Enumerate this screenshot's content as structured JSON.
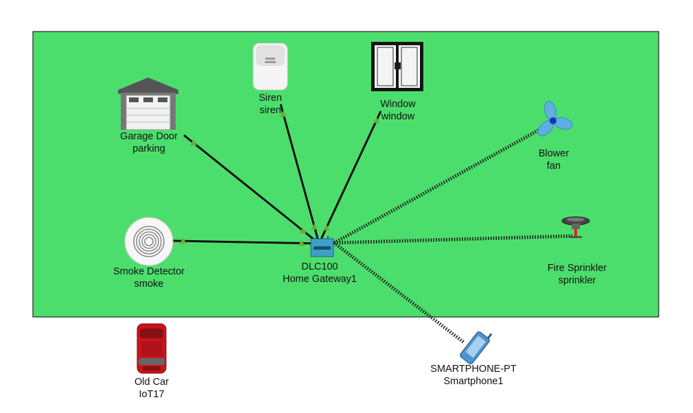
{
  "colors": {
    "area_fill": "#4cde6c",
    "area_border": "#222222",
    "wired_link": "#111111",
    "wireless_link": "#1a1a1a",
    "link_indicator": "#6fa83a"
  },
  "devices": {
    "garage": {
      "model": "Garage Door",
      "name": "parking",
      "icon": "garage-door-icon"
    },
    "siren": {
      "model": "Siren",
      "name": "siren",
      "icon": "siren-icon"
    },
    "window": {
      "model": "Window",
      "name": "window",
      "icon": "window-icon"
    },
    "fan": {
      "model": "Blower",
      "name": "fan",
      "icon": "blower-fan-icon"
    },
    "sprinkler": {
      "model": "Fire Sprinkler",
      "name": "sprinkler",
      "icon": "fire-sprinkler-icon"
    },
    "smoke": {
      "model": "Smoke Detector",
      "name": "smoke",
      "icon": "smoke-detector-icon"
    },
    "gateway": {
      "model": "DLC100",
      "name": "Home Gateway1",
      "icon": "home-gateway-icon"
    },
    "phone": {
      "model": "SMARTPHONE-PT",
      "name": "Smartphone1",
      "icon": "smartphone-icon"
    },
    "car": {
      "model": "Old Car",
      "name": "IoT17",
      "icon": "old-car-icon"
    }
  },
  "links": [
    {
      "from": "gateway",
      "to": "garage",
      "type": "wired"
    },
    {
      "from": "gateway",
      "to": "siren",
      "type": "wired"
    },
    {
      "from": "gateway",
      "to": "window",
      "type": "wired"
    },
    {
      "from": "gateway",
      "to": "smoke",
      "type": "wired"
    },
    {
      "from": "gateway",
      "to": "fan",
      "type": "wireless"
    },
    {
      "from": "gateway",
      "to": "sprinkler",
      "type": "wireless"
    },
    {
      "from": "gateway",
      "to": "phone",
      "type": "wireless"
    }
  ]
}
